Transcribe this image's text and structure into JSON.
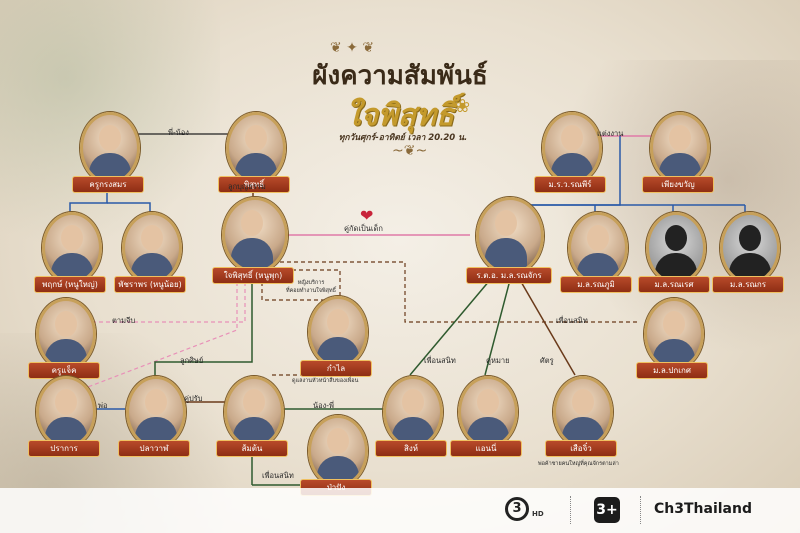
{
  "title": "ผังความสัมพันธ์",
  "logo_text": "ใจพิสุทธิ์",
  "schedule": "ทุกวันศุกร์-อาทิตย์  เวลา 20.20 น.",
  "nodes": {
    "khruekhrongsamon": "ครูกรงสมร",
    "phisut": "พิสุทธิ์",
    "mrr_ronpiree": "ม.ร.ว.รณพีร์",
    "phiangkhwan": "เพียงขวัญ",
    "phruek": "พฤกษ์ (หนูใหญ่)",
    "phatcharaphon": "พัชราพร (หนูน้อย)",
    "jaiphisut": "ใจพิสุทธิ์ (หนูพุก)",
    "ronnachak": "ร.ต.อ. ม.ล.รณจักร",
    "ronnaphum": "ม.ล.รณภูมิ",
    "ronnaret": "ม.ล.รณเรศ",
    "ronnakorn": "ม.ล.รณกร",
    "khrujack": "ครูแจ็ค",
    "kamlai": "กำไล",
    "patket": "ม.ล.ปกเกศ",
    "prakan": "ปราการ",
    "plawan": "ปลาวาฬ",
    "santon": "ส้มต้น",
    "sing": "สิงห์",
    "annie": "แอนนี่",
    "sueajiw": "เสือจิ๋ว",
    "papang": "ป่าปัง"
  },
  "relations": {
    "phi_nong": "พี่-น้อง",
    "taeng_ngan": "แต่งงาน",
    "luk_bunyatham": "ลูกบุญธรรม",
    "khu_kat": "คู่กัดเป็นเด็ก",
    "tam_jeep": "ตามจีบ",
    "phuean_sanit_right": "เพื่อนสนิท",
    "luk_sit": "ลูกศิษย์",
    "pho": "พ่อ",
    "khu_prap": "คู่ปรับ",
    "nong_phi": "น้อง-พี่",
    "phuean_sanit_mid": "เพื่อนสนิท",
    "khu_mai": "คู่หมาย",
    "khu_sattru": "ศัตรู",
    "phuean_sanit_bottom": "เพื่อนสนิท"
  },
  "notes": {
    "kamlai_note": "หญิงบริการ\nที่คอยทำงานใจพิสุทธิ์",
    "sing_note": "ดูแลงานหัวหน้าสืบของเพื่อน",
    "suea_note": "พ่อค้าชายคนใหญ่ที่คุณจักรตามล่า"
  },
  "footer": {
    "ch3_hd": "HD",
    "three_plus": "3+",
    "ch3_thailand": "Ch3Thailand"
  },
  "colors": {
    "label_red": "#a83a1c",
    "line_blue": "#2a5aa8",
    "line_pink": "#e07aa8",
    "line_green": "#2e5a2e",
    "line_brown": "#6a3a1a",
    "line_dash_pink": "#e890b8",
    "gold": "#c49a2c"
  }
}
